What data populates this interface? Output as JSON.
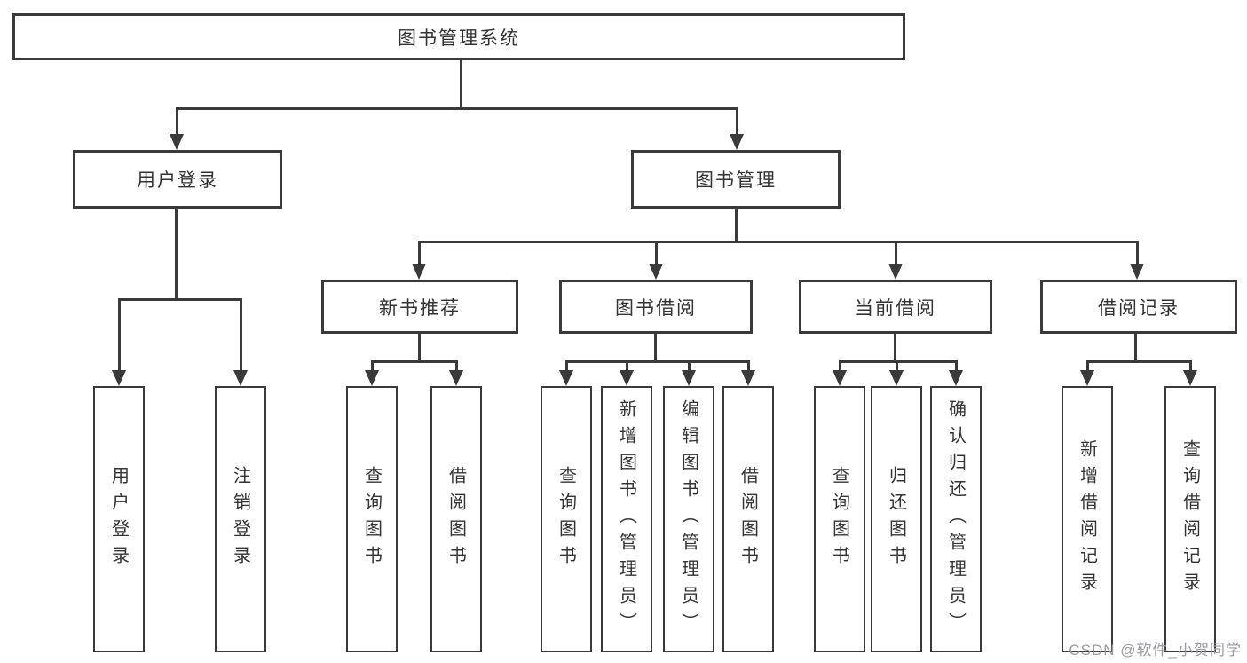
{
  "colors": {
    "line": "#3a3a3a",
    "text": "#333333",
    "bg": "#ffffff",
    "watermark": "#9b9ba1"
  },
  "tree": {
    "root": "图书管理系统",
    "children": [
      {
        "label": "用户登录",
        "children": [
          "用户登录",
          "注销登录"
        ]
      },
      {
        "label": "图书管理",
        "children": [
          {
            "label": "新书推荐",
            "children": [
              "查询图书",
              "借阅图书"
            ]
          },
          {
            "label": "图书借阅",
            "children": [
              "查询图书",
              "新增图书（管理员）",
              "编辑图书（管理员）",
              "借阅图书"
            ]
          },
          {
            "label": "当前借阅",
            "children": [
              "查询图书",
              "归还图书",
              "确认归还（管理员）"
            ]
          },
          {
            "label": "借阅记录",
            "children": [
              "新增借阅记录",
              "查询借阅记录"
            ]
          }
        ]
      }
    ]
  },
  "watermark": {
    "text": "CSDN @软件_小贺同学"
  }
}
